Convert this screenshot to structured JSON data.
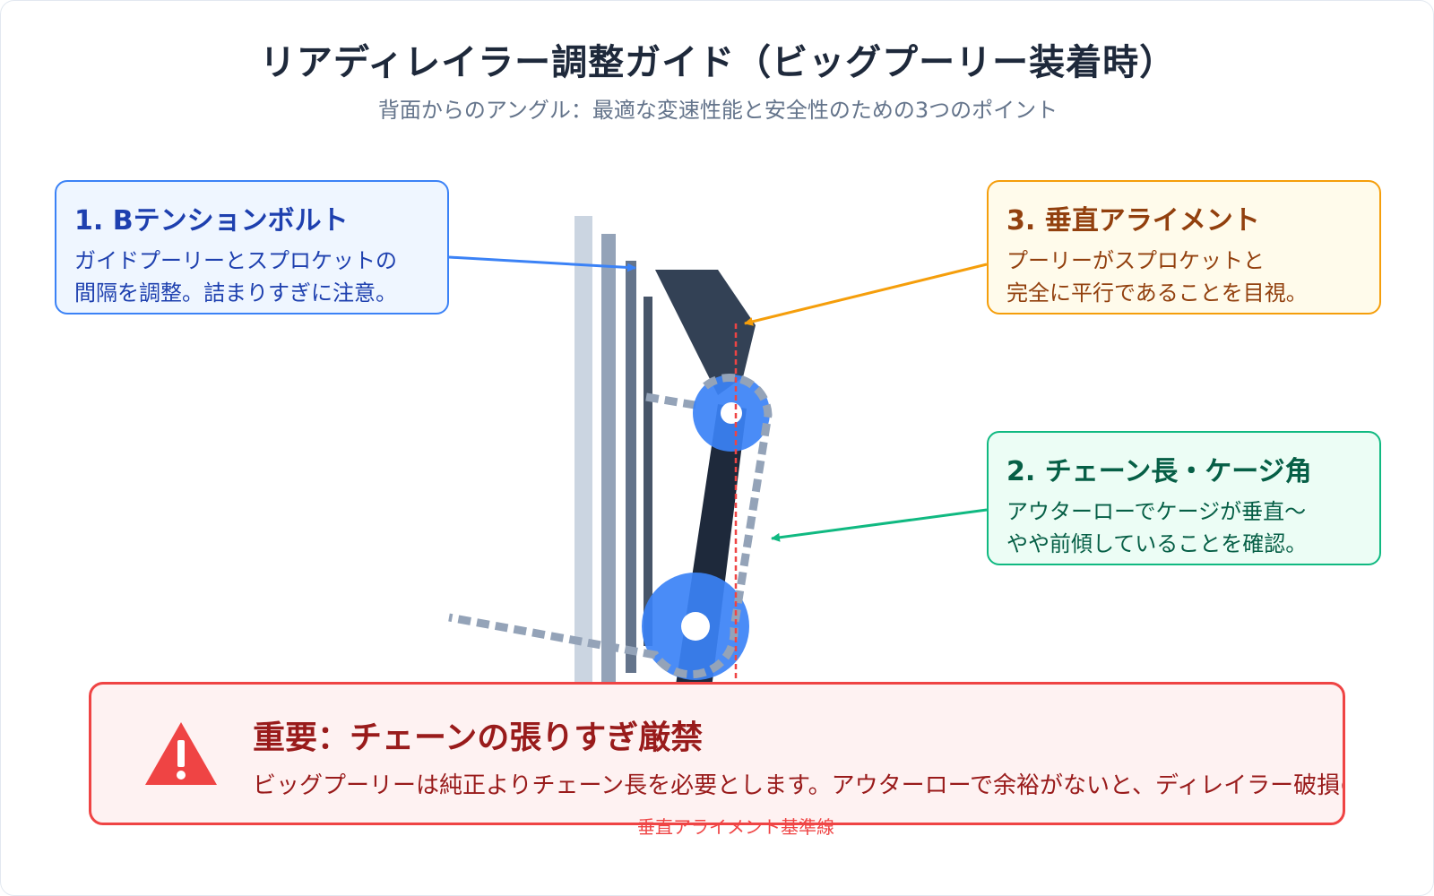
{
  "title": "リアディレイラー調整ガイド（ビッグプーリー装着時）",
  "subtitle": "背面からのアングル：最適な変速性能と安全性のための3つのポイント",
  "callouts": [
    {
      "title": "1. Bテンションボルト",
      "lines": [
        "ガイドプーリーとスプロケットの",
        "間隔を調整。詰まりすぎに注意。"
      ],
      "accent": "#3b82f6"
    },
    {
      "title": "2. チェーン長・ケージ角",
      "lines": [
        "アウターローでケージが垂直〜",
        "やや前傾していることを確認。"
      ],
      "accent": "#10b981"
    },
    {
      "title": "3. 垂直アライメント",
      "lines": [
        "プーリーがスプロケットと",
        "完全に平行であることを目視。"
      ],
      "accent": "#f59e0b"
    }
  ],
  "warning": {
    "title": "重要：チェーンの張りすぎ厳禁",
    "text": "ビッグプーリーは純正よりチェーン長を必要とします。アウターローで余裕がないと、ディレイラー破損の",
    "icon": "warning-triangle-icon",
    "accent": "#ef4444"
  },
  "guide_label": "垂直アライメント基準線",
  "colors": {
    "pulley": "#3b82f6",
    "cage": "#1e293b",
    "hanger": "#334155",
    "chain": "#94a3b8",
    "guide_line": "#ef4444"
  }
}
